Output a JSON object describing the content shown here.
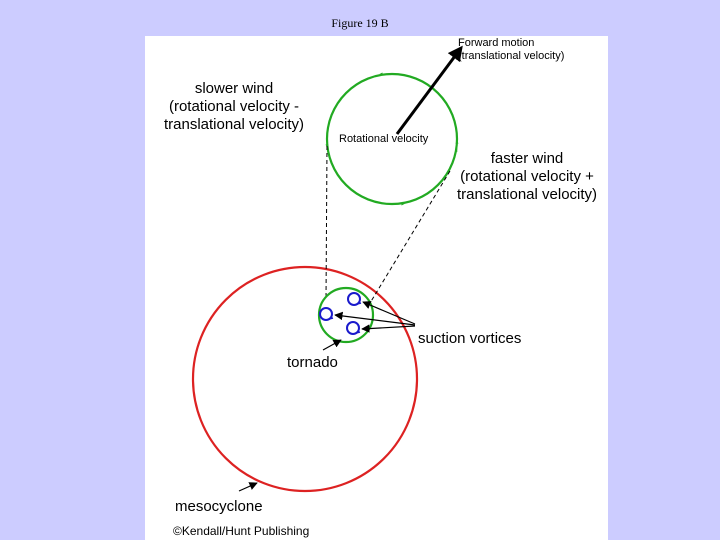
{
  "page_title": "Figure 19 B",
  "diagram": {
    "forward_motion": [
      "Forward motion",
      "(translational velocity)"
    ],
    "slower_wind": [
      "slower wind",
      "(rotational velocity -",
      "translational velocity)"
    ],
    "rotational_velocity": "Rotational velocity",
    "faster_wind": [
      "faster wind",
      "(rotational velocity +",
      "translational velocity)"
    ],
    "suction_vortices": "suction vortices",
    "tornado": "tornado",
    "mesocyclone": "mesocyclone",
    "copyright": "©Kendall/Hunt Publishing"
  },
  "colors": {
    "background": "#ccccff",
    "rotation_circle": "#22aa22",
    "mesocyclone_circle": "#dd2222",
    "vortex": "#1a1acc"
  }
}
